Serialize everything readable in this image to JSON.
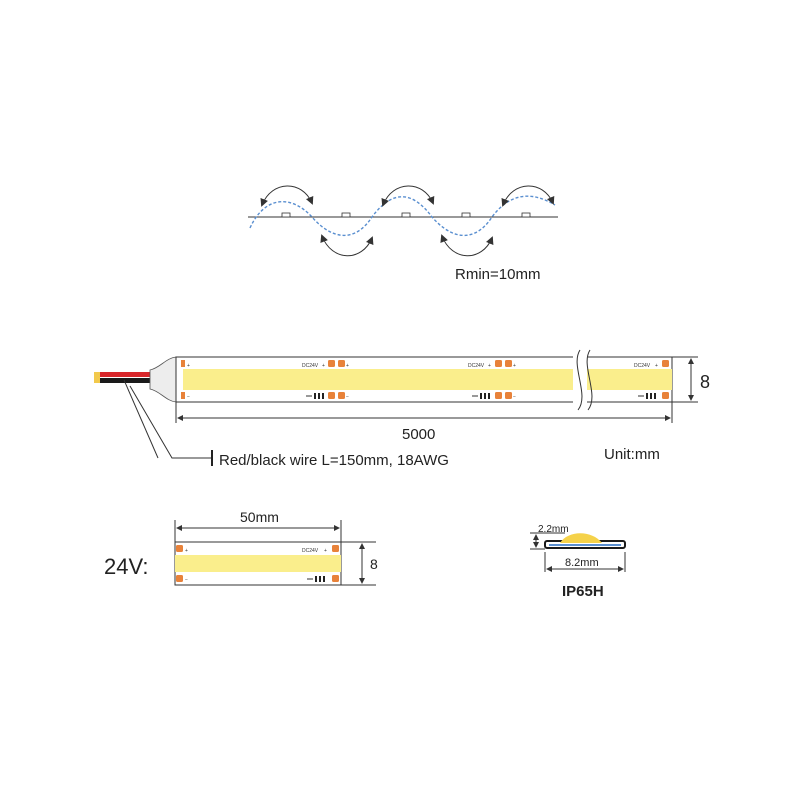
{
  "bend_diagram": {
    "caption": "Rmin=10mm"
  },
  "strip_5m": {
    "length_label": "5000",
    "width_label": "8",
    "segment_label": "DC24V",
    "plus_sign": "+",
    "minus_sign": "−",
    "wire_label": "Red/black wire L=150mm, 18AWG",
    "unit_label": "Unit:mm"
  },
  "cut_unit": {
    "voltage_label": "24V:",
    "length_label": "50mm",
    "width_label": "8",
    "segment_label": "DC24V"
  },
  "cross_section": {
    "height_label": "2.2mm",
    "width_label": "8.2mm",
    "rating_label": "IP65H"
  },
  "colors": {
    "led_yellow": "#FAEE8C",
    "pad_orange": "#E8823A",
    "wire_red": "#D8262A",
    "wire_black": "#1A1A1A",
    "dashed_blue": "#5A8FD0",
    "outline": "#333333"
  }
}
